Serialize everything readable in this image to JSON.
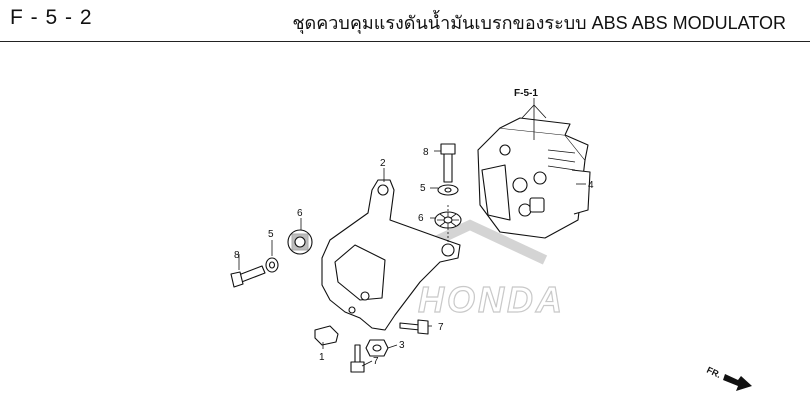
{
  "header": {
    "code": "F - 5 - 2",
    "title": "ชุดควบคุมแรงดันน้ำมันเบรกของระบบ ABS  ABS MODULATOR"
  },
  "diagram": {
    "reference": "F-5-1",
    "direction_label": "FR.",
    "watermark": "HONDA",
    "callouts": [
      {
        "id": "c1",
        "label": "1"
      },
      {
        "id": "c2",
        "label": "2"
      },
      {
        "id": "c3",
        "label": "3"
      },
      {
        "id": "c4",
        "label": "4"
      },
      {
        "id": "c5a",
        "label": "5"
      },
      {
        "id": "c5b",
        "label": "5"
      },
      {
        "id": "c6a",
        "label": "6"
      },
      {
        "id": "c6b",
        "label": "6"
      },
      {
        "id": "c7a",
        "label": "7"
      },
      {
        "id": "c7b",
        "label": "7"
      },
      {
        "id": "c8a",
        "label": "8"
      },
      {
        "id": "c8b",
        "label": "8"
      }
    ]
  }
}
